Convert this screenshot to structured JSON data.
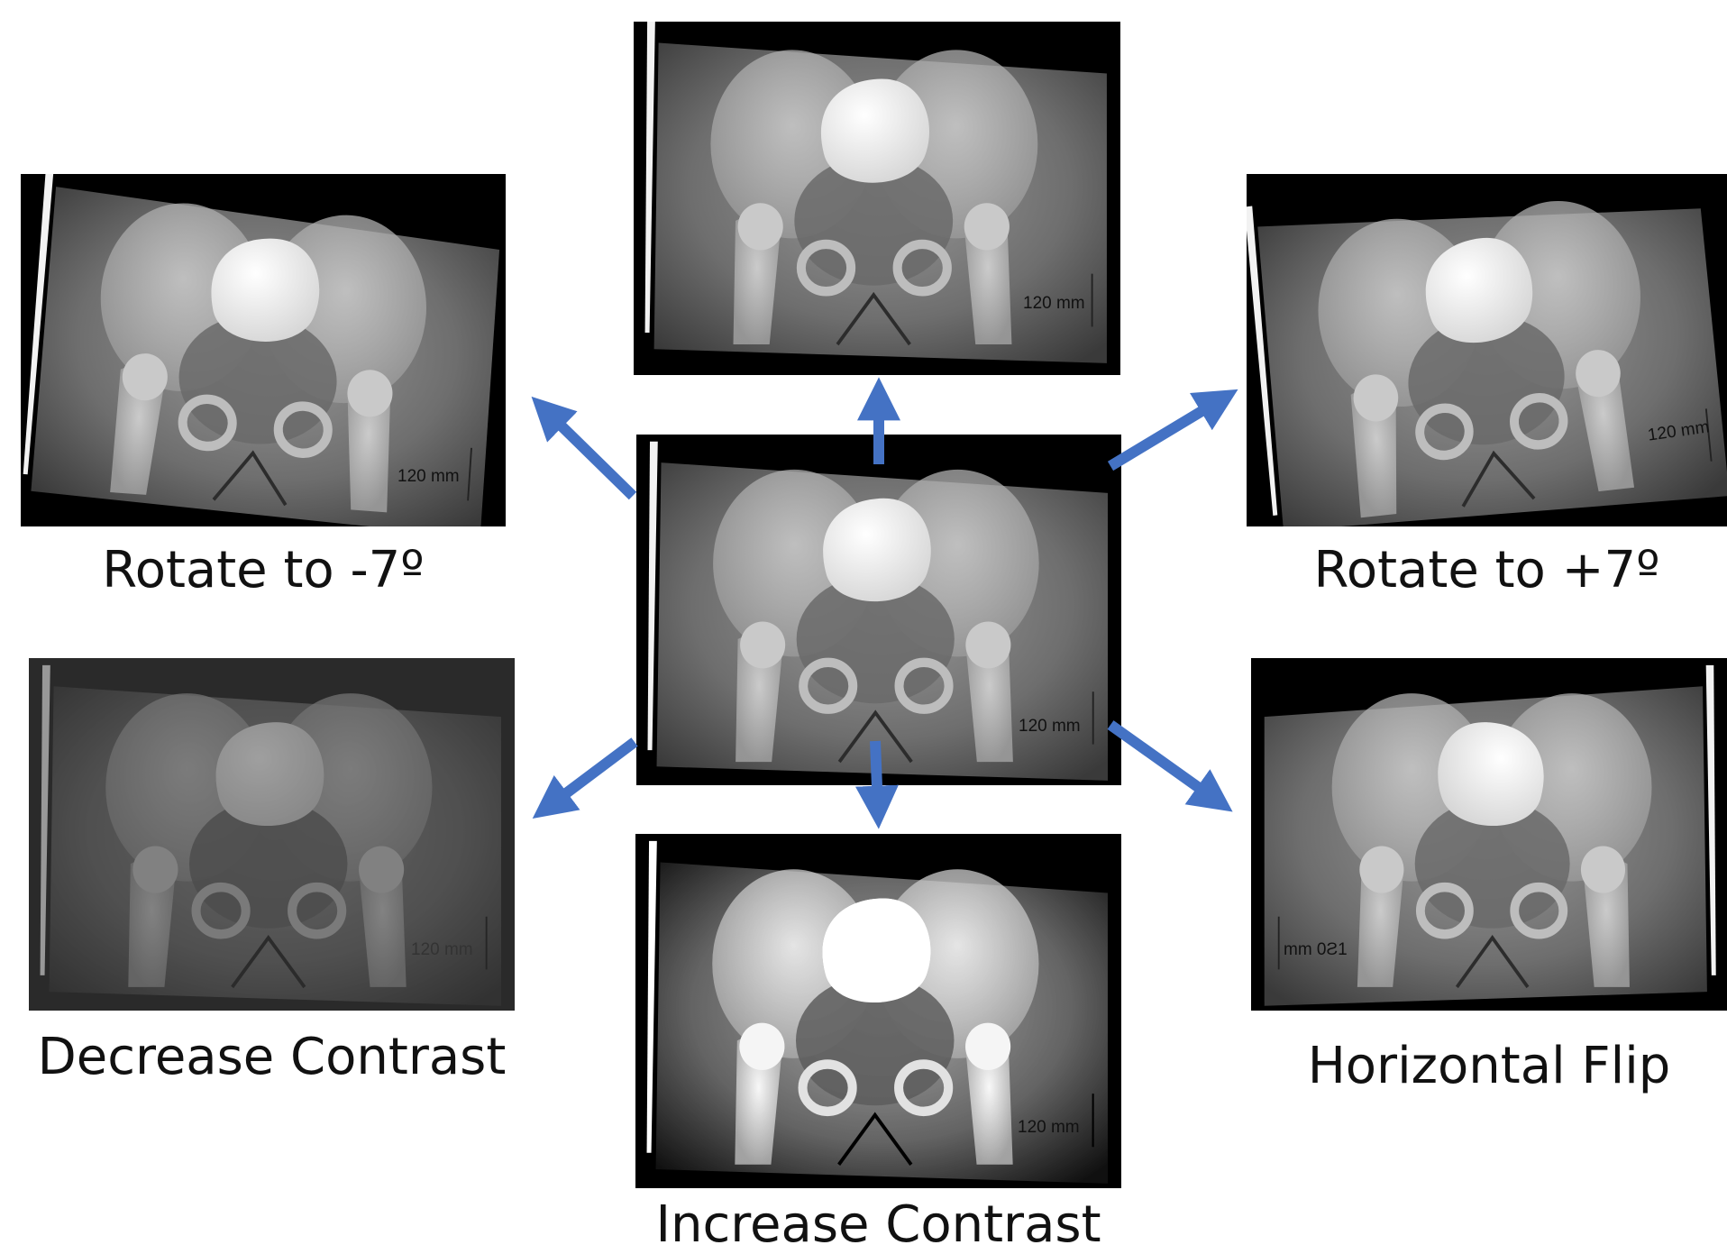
{
  "labels": {
    "rotate_neg": "Rotate to -7º",
    "rotate_pos": "Rotate to +7º",
    "decrease_contrast": "Decrease Contrast",
    "horizontal_flip": "Horizontal Flip",
    "increase_contrast": "Increase Contrast"
  },
  "scale_label": "120 mm",
  "scale_label_flipped": "mm 0Ƨ1",
  "colors": {
    "arrow": "#4472C4",
    "background": "#ffffff",
    "panel_bg": "#000000"
  }
}
